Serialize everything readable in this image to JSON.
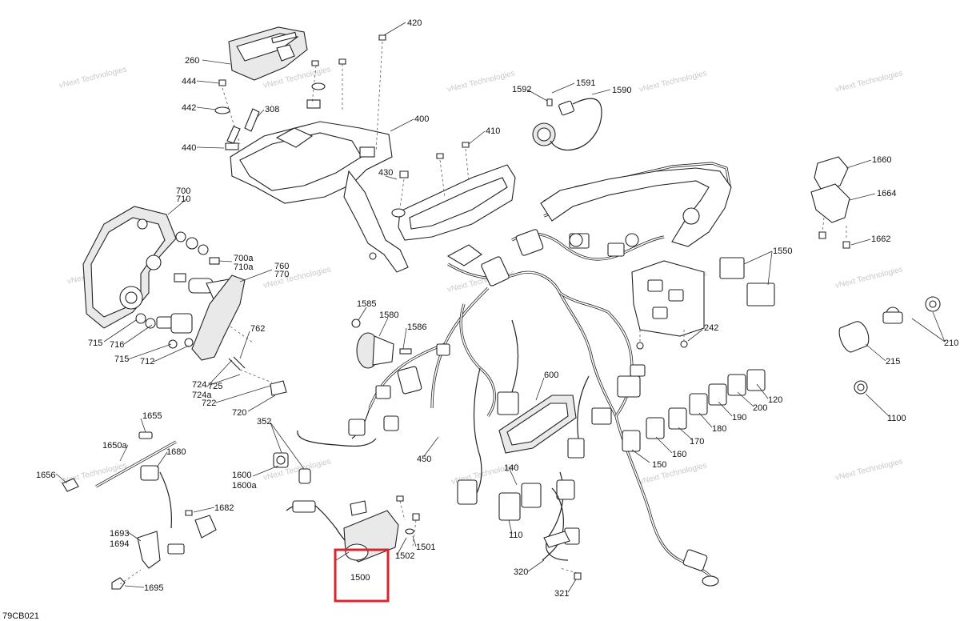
{
  "diagram": {
    "code": "79CB021",
    "watermark": "vNext Technologies",
    "highlight_color": "#d9262c",
    "callouts": [
      {
        "id": "c-420",
        "text": "420"
      },
      {
        "id": "c-260",
        "text": "260"
      },
      {
        "id": "c-444",
        "text": "444"
      },
      {
        "id": "c-442",
        "text": "442"
      },
      {
        "id": "c-308",
        "text": "308"
      },
      {
        "id": "c-440",
        "text": "440"
      },
      {
        "id": "c-400",
        "text": "400"
      },
      {
        "id": "c-410",
        "text": "410"
      },
      {
        "id": "c-430",
        "text": "430"
      },
      {
        "id": "c-1592",
        "text": "1592"
      },
      {
        "id": "c-1591",
        "text": "1591"
      },
      {
        "id": "c-1590",
        "text": "1590"
      },
      {
        "id": "c-1660",
        "text": "1660"
      },
      {
        "id": "c-1664",
        "text": "1664"
      },
      {
        "id": "c-1662",
        "text": "1662"
      },
      {
        "id": "c-700",
        "text": "700"
      },
      {
        "id": "c-710",
        "text": "710"
      },
      {
        "id": "c-700a",
        "text": "700a"
      },
      {
        "id": "c-710a",
        "text": "710a"
      },
      {
        "id": "c-760",
        "text": "760"
      },
      {
        "id": "c-770",
        "text": "770"
      },
      {
        "id": "c-1550",
        "text": "1550"
      },
      {
        "id": "c-1585",
        "text": "1585"
      },
      {
        "id": "c-1580",
        "text": "1580"
      },
      {
        "id": "c-1586",
        "text": "1586"
      },
      {
        "id": "c-242",
        "text": "242"
      },
      {
        "id": "c-210",
        "text": "210"
      },
      {
        "id": "c-215",
        "text": "215"
      },
      {
        "id": "c-715a",
        "text": "715"
      },
      {
        "id": "c-716",
        "text": "716"
      },
      {
        "id": "c-715b",
        "text": "715"
      },
      {
        "id": "c-712",
        "text": "712"
      },
      {
        "id": "c-762",
        "text": "762"
      },
      {
        "id": "c-600",
        "text": "600"
      },
      {
        "id": "c-724",
        "text": "724"
      },
      {
        "id": "c-724a",
        "text": "724a"
      },
      {
        "id": "c-725",
        "text": "725"
      },
      {
        "id": "c-722",
        "text": "722"
      },
      {
        "id": "c-720",
        "text": "720"
      },
      {
        "id": "c-120",
        "text": "120"
      },
      {
        "id": "c-200",
        "text": "200"
      },
      {
        "id": "c-190",
        "text": "190"
      },
      {
        "id": "c-180",
        "text": "180"
      },
      {
        "id": "c-170",
        "text": "170"
      },
      {
        "id": "c-160",
        "text": "160"
      },
      {
        "id": "c-150",
        "text": "150"
      },
      {
        "id": "c-1100",
        "text": "1100"
      },
      {
        "id": "c-1655",
        "text": "1655"
      },
      {
        "id": "c-352",
        "text": "352"
      },
      {
        "id": "c-1650a",
        "text": "1650a"
      },
      {
        "id": "c-1680",
        "text": "1680"
      },
      {
        "id": "c-450",
        "text": "450"
      },
      {
        "id": "c-1656",
        "text": "1656"
      },
      {
        "id": "c-1600",
        "text": "1600"
      },
      {
        "id": "c-1600a",
        "text": "1600a"
      },
      {
        "id": "c-140",
        "text": "140"
      },
      {
        "id": "c-1682",
        "text": "1682"
      },
      {
        "id": "c-110",
        "text": "110"
      },
      {
        "id": "c-1693",
        "text": "1693"
      },
      {
        "id": "c-1694",
        "text": "1694"
      },
      {
        "id": "c-1501",
        "text": "1501"
      },
      {
        "id": "c-1502",
        "text": "1502"
      },
      {
        "id": "c-1500",
        "text": "1500"
      },
      {
        "id": "c-320",
        "text": "320"
      },
      {
        "id": "c-1695",
        "text": "1695"
      },
      {
        "id": "c-321",
        "text": "321"
      }
    ]
  }
}
